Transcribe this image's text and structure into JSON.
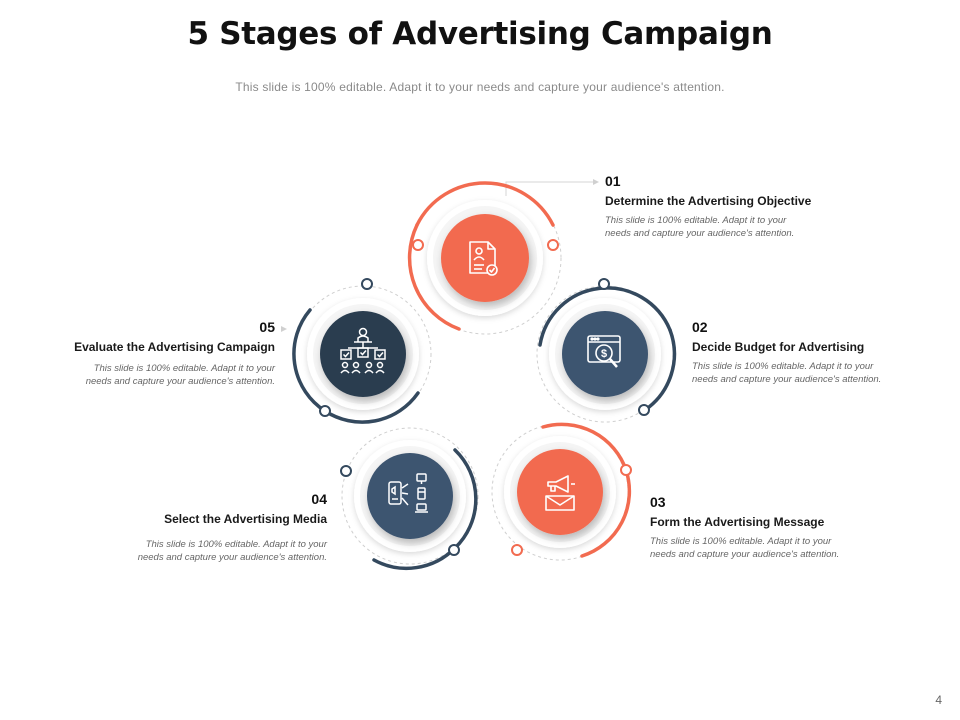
{
  "title": "5 Stages of Advertising Campaign",
  "subtitle": "This slide is 100% editable. Adapt it to your needs and capture your audience's attention.",
  "page_number": "4",
  "colors": {
    "coral": "#F26B50",
    "navy": "#34495E",
    "dash": "#c9c9c9"
  },
  "stages": [
    {
      "number": "01",
      "title": "Determine the Advertising Objective",
      "desc1": "This slide is 100% editable. Adapt it to your",
      "desc2": "needs and capture your audience's attention.",
      "color": "coral",
      "icon": "document-checkmark-icon"
    },
    {
      "number": "02",
      "title": "Decide Budget for Advertising",
      "desc1": "This slide is 100% editable. Adapt it to your",
      "desc2": "needs and capture your audience's attention.",
      "color": "navy",
      "icon": "dollar-search-icon"
    },
    {
      "number": "03",
      "title": "Form the Advertising Message",
      "desc1": "This slide is 100% editable. Adapt it to your",
      "desc2": "needs and capture your audience's attention.",
      "color": "coral",
      "icon": "megaphone-envelope-icon"
    },
    {
      "number": "04",
      "title": "Select the Advertising Media",
      "desc1": "This slide is 100% editable. Adapt it to your",
      "desc2": "needs and capture your audience's attention.",
      "color": "navy",
      "icon": "media-devices-icon"
    },
    {
      "number": "05",
      "title": "Evaluate the Advertising Campaign",
      "desc1": "This slide is 100% editable. Adapt it to your",
      "desc2": "needs and capture your audience's attention.",
      "color": "navy",
      "icon": "team-evaluation-icon"
    }
  ]
}
